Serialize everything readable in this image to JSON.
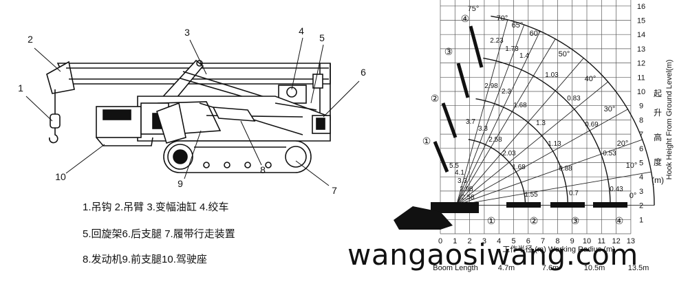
{
  "left_diagram": {
    "callouts": [
      "1",
      "2",
      "3",
      "4",
      "5",
      "6",
      "7",
      "8",
      "9",
      "10"
    ],
    "legend": [
      "1.吊钩 2.吊臂 3.变幅油缸 4.绞车",
      "5.回旋架6.后支腿 7.履带行走装置",
      "8.发动机9.前支腿10.驾驶座"
    ]
  },
  "right_chart": {
    "x_ticks": [
      "0",
      "1",
      "2",
      "3",
      "4",
      "5",
      "6",
      "7",
      "8",
      "9",
      "10",
      "11",
      "12",
      "13"
    ],
    "y_ticks": [
      "1",
      "2",
      "3",
      "4",
      "5",
      "6",
      "7",
      "8",
      "9",
      "10",
      "11",
      "12",
      "13",
      "14",
      "15",
      "16"
    ],
    "x_label": "工作半径 (m)  Working Radius (m)",
    "y_label_cn": [
      "起",
      "升",
      "高",
      "度",
      "(m)"
    ],
    "y_label_en": "Hook Height From Ground Level(m)",
    "angles": [
      "75°",
      "70°",
      "65°",
      "60°",
      "50°",
      "40°",
      "30°",
      "20°",
      "10°",
      "0°"
    ],
    "boom_marks": [
      "①",
      "②",
      "③",
      "④"
    ],
    "loads": [
      "2.23",
      "1.73",
      "1.4",
      "1.03",
      "0.83",
      "0.69",
      "0.53",
      "0.43",
      "2.98",
      "2.3",
      "1.68",
      "1.3",
      "1.13",
      "0.88",
      "0.7",
      "3.7",
      "3.3",
      "2.58",
      "2.03",
      "1.68",
      "1.55",
      "5.5",
      "4.1",
      "3.3",
      "2.98",
      "2.58"
    ],
    "boom_length_label": "Boom Length",
    "boom_lengths": [
      "4.7m",
      "7.6m",
      "10.5m",
      "13.5m"
    ]
  },
  "watermark": "wangaosiwang.com"
}
